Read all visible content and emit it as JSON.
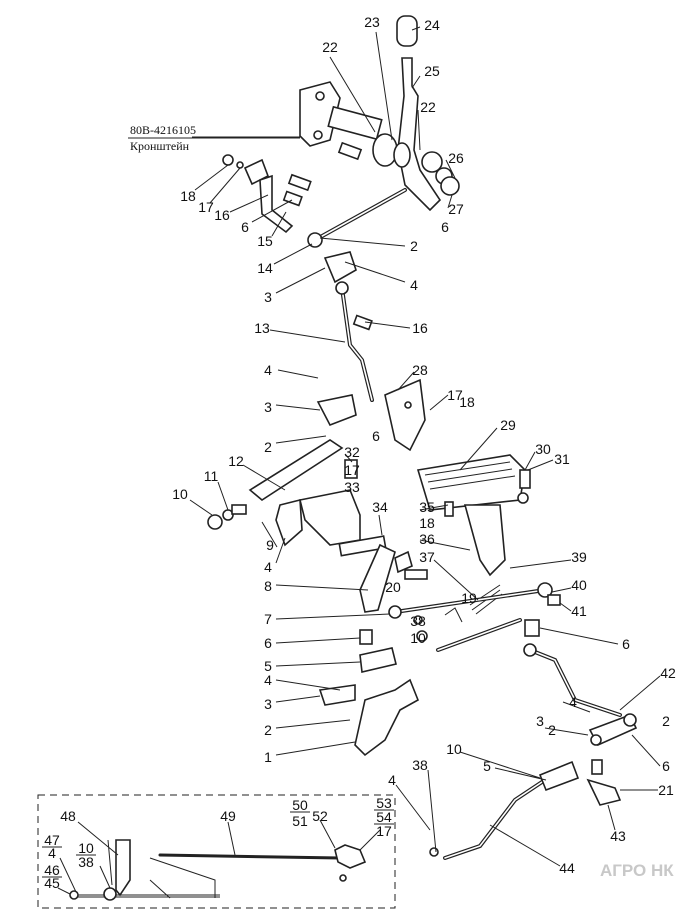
{
  "callouts": [
    "24",
    "23",
    "22",
    "25",
    "22",
    "26",
    "27",
    "6",
    "18",
    "17",
    "16",
    "6",
    "15",
    "14",
    "2",
    "4",
    "3",
    "16",
    "13",
    "4",
    "28",
    "17",
    "18",
    "3",
    "2",
    "6",
    "29",
    "30",
    "31",
    "32",
    "17",
    "33",
    "12",
    "11",
    "10",
    "34",
    "35",
    "18",
    "36",
    "37",
    "9",
    "4",
    "8",
    "20",
    "19",
    "39",
    "40",
    "41",
    "7",
    "38",
    "10",
    "6",
    "6",
    "5",
    "42",
    "4",
    "3",
    "4",
    "2",
    "2",
    "3",
    "2",
    "1",
    "10",
    "5",
    "6",
    "38",
    "4",
    "21",
    "43",
    "44",
    "48",
    "49",
    "50",
    "51",
    "52",
    "53",
    "54",
    "17",
    "47",
    "4",
    "10",
    "38",
    "46",
    "45"
  ],
  "bracket_note": {
    "part_number": "80В-4216105",
    "name": "Кронштейн"
  },
  "watermark": "АГРО НК"
}
